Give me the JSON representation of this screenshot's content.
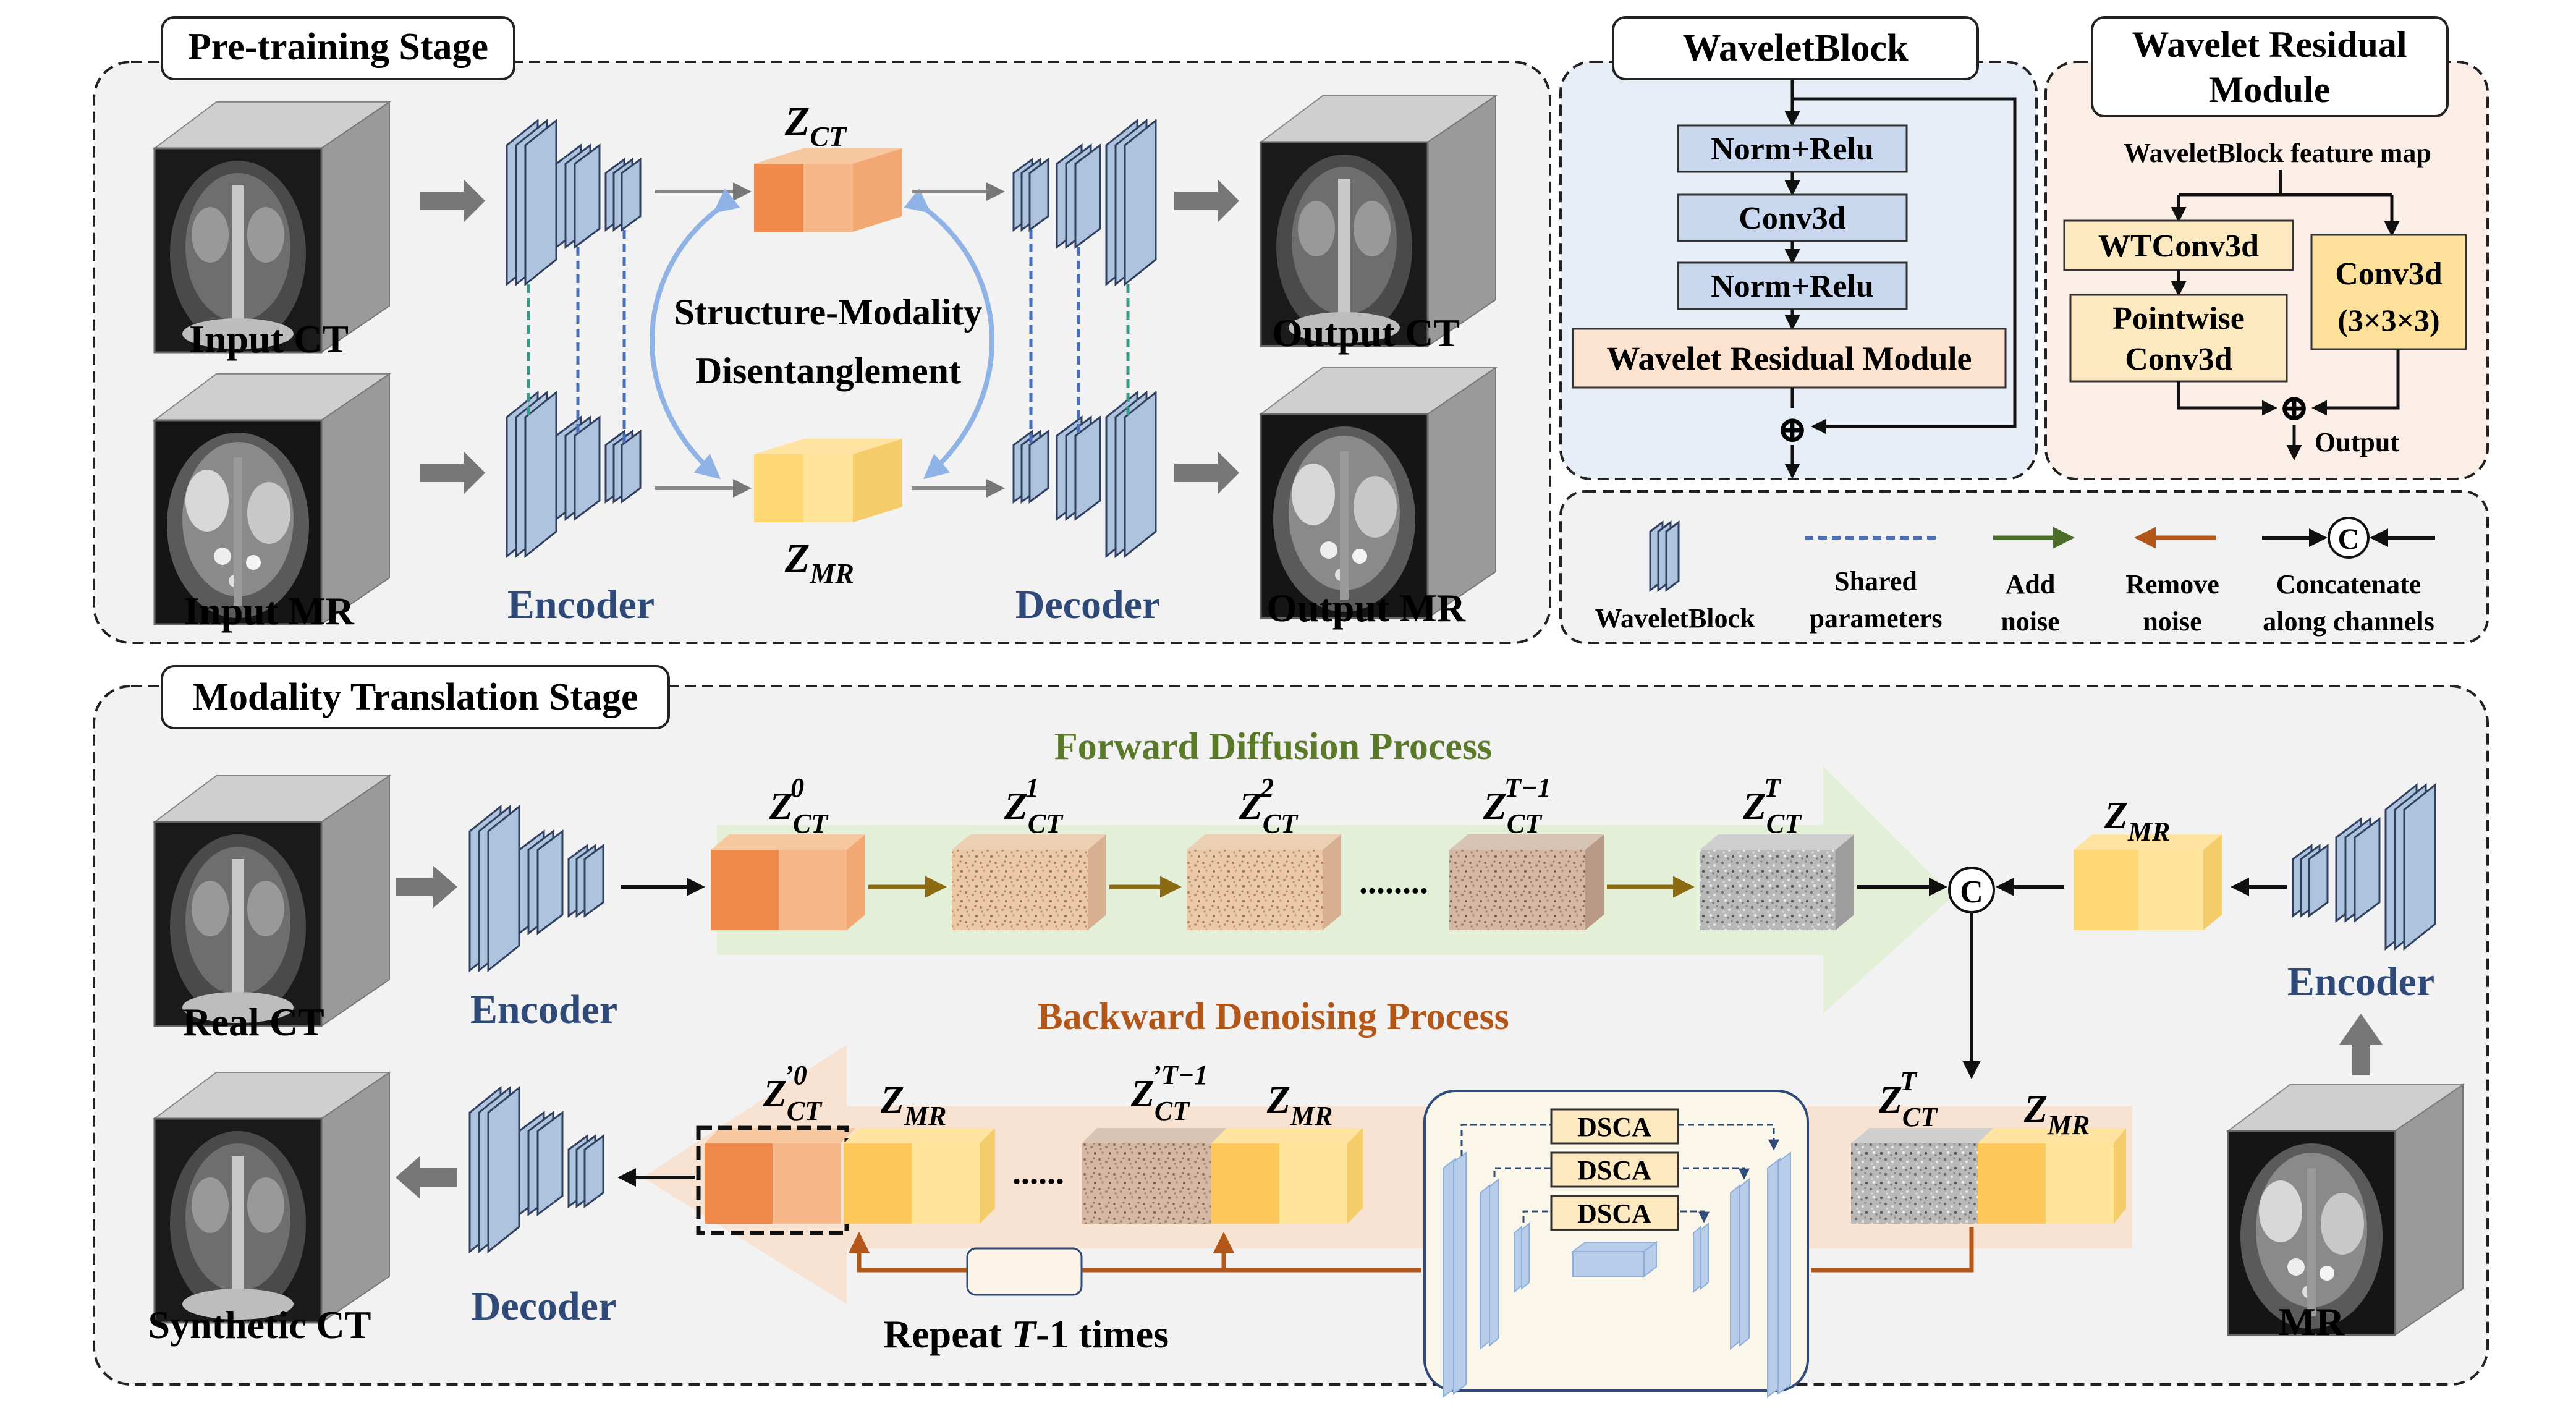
{
  "pretraining": {
    "title": "Pre-training Stage",
    "input_ct": "Input CT",
    "input_mr": "Input MR",
    "encoder": "Encoder",
    "decoder": "Decoder",
    "z_ct": {
      "base": "Z",
      "sub": "CT"
    },
    "z_mr": {
      "base": "Z",
      "sub": "MR"
    },
    "disentangle_line1": "Structure-Modality",
    "disentangle_line2": "Disentanglement",
    "output_ct": "Output CT",
    "output_mr": "Output MR"
  },
  "waveletblock": {
    "title": "WaveletBlock",
    "norm_relu_1": "Norm+Relu",
    "conv3d": "Conv3d",
    "norm_relu_2": "Norm+Relu",
    "wrm": "Wavelet Residual Module",
    "plus": "⊕"
  },
  "wrm_panel": {
    "title_line1": "Wavelet Residual",
    "title_line2": "Module",
    "feature_map": "WaveletBlock feature map",
    "wtconv": "WTConv3d",
    "pointwise_line1": "Pointwise",
    "pointwise_line2": "Conv3d",
    "conv3d_line1": "Conv3d",
    "conv3d_line2": "(3×3×3)",
    "plus": "⊕",
    "output": "Output"
  },
  "legend": {
    "waveletblock": "WaveletBlock",
    "shared_line1": "Shared",
    "shared_line2": "parameters",
    "add_line1": "Add",
    "add_line2": "noise",
    "remove_line1": "Remove",
    "remove_line2": "noise",
    "concat_line1": "Concatenate",
    "concat_line2": "along channels",
    "concat_symbol": "C"
  },
  "translation": {
    "title": "Modality Translation Stage",
    "forward": "Forward Diffusion Process",
    "backward": "Backward Denoising Process",
    "real_ct": "Real CT",
    "encoder_left": "Encoder",
    "encoder_right": "Encoder",
    "decoder": "Decoder",
    "synthetic_ct": "Synthetic CT",
    "mr": "MR",
    "z0": {
      "base": "Z",
      "sub": "CT",
      "sup": "0"
    },
    "z1": {
      "base": "Z",
      "sub": "CT",
      "sup": "1"
    },
    "z2": {
      "base": "Z",
      "sub": "CT",
      "sup": "2"
    },
    "zt1": {
      "base": "Z",
      "sub": "CT",
      "sup": "T−1"
    },
    "zt": {
      "base": "Z",
      "sub": "CT",
      "sup": "T"
    },
    "zmr_top": {
      "base": "Z",
      "sub": "MR"
    },
    "zt_bottom": {
      "base": "Z",
      "sub": "CT",
      "sup": "T"
    },
    "zmr_bottom": {
      "base": "Z",
      "sub": "MR"
    },
    "zprime_t1": {
      "base": "Z",
      "sub": "CT",
      "sup": "’T−1"
    },
    "zmr_mid": {
      "base": "Z",
      "sub": "MR"
    },
    "zprime_0": {
      "base": "Z",
      "sub": "CT",
      "sup": "’0"
    },
    "zmr_left": {
      "base": "Z",
      "sub": "MR"
    },
    "dots_forward": "........",
    "dots_backward": "......",
    "dsca_1": "DSCA",
    "dsca_2": "DSCA",
    "dsca_3": "DSCA",
    "repeat_prefix": "Repeat ",
    "repeat_var": "T",
    "repeat_suffix": "-1 times",
    "concat_symbol": "C"
  },
  "colors": {
    "panel_bg": "#f2f2f2",
    "wavelet_panel_bg": "#e8eef8",
    "wrm_panel_bg": "#fbeee6",
    "block_fill": "#aec3dd",
    "block_stroke": "#2f4060",
    "encoder_text": "#2f4a78",
    "forward_text": "#5a7a2a",
    "backward_text": "#b2561a",
    "orange_cube": "#f29a5c",
    "yellow_cube": "#ffd16a",
    "add_noise_arrow": "#4a6e2a",
    "remove_noise_arrow": "#b2561a",
    "shared_dash": "#4a6fb8",
    "teal_dash": "#3a9a88"
  }
}
